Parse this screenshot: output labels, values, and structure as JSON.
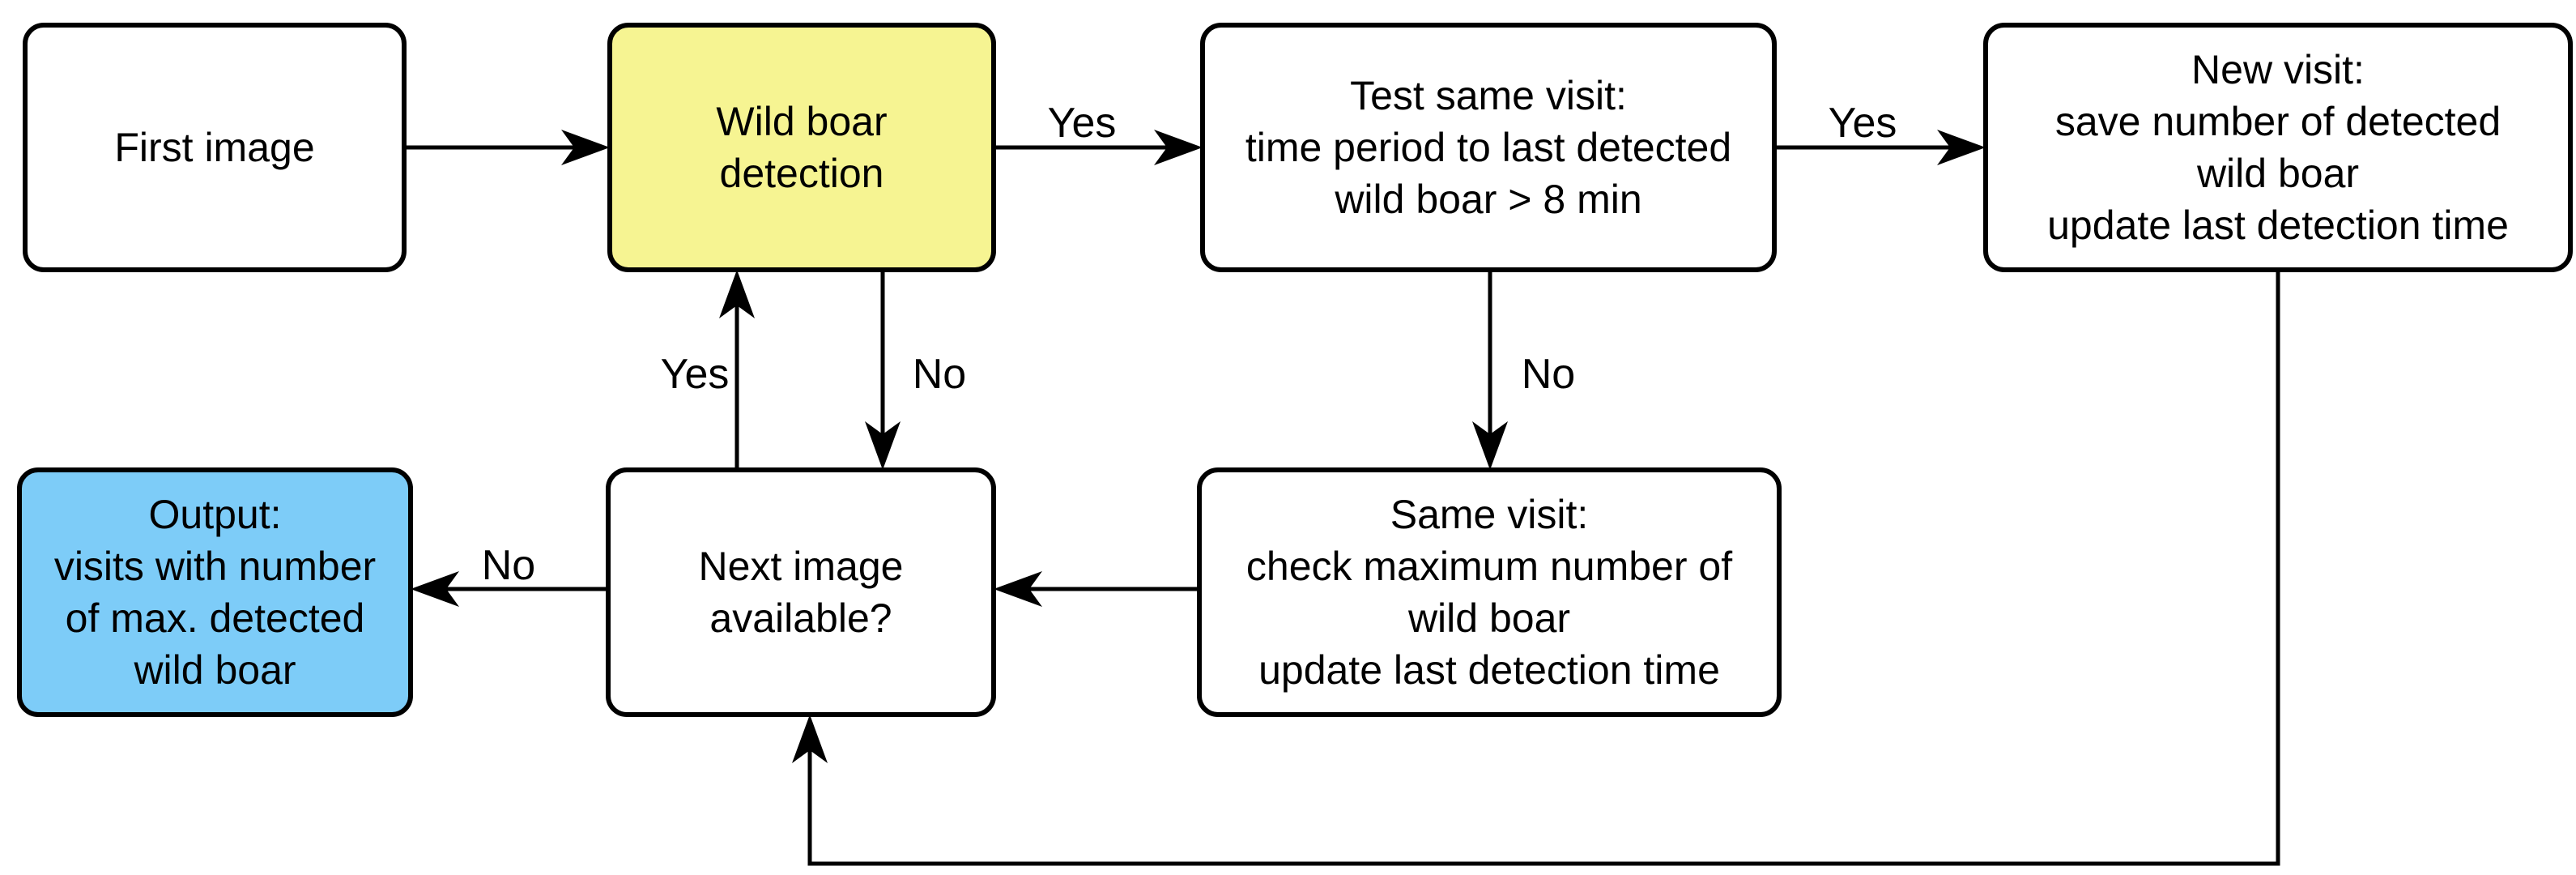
{
  "nodes": {
    "first_image": {
      "lines": [
        "First image"
      ]
    },
    "detection": {
      "lines": [
        "Wild boar",
        "detection"
      ]
    },
    "test_same_visit": {
      "lines": [
        "Test same visit:",
        "time period to last detected",
        "wild boar > 8 min"
      ]
    },
    "new_visit": {
      "lines": [
        "New visit:",
        "save number of detected",
        "wild boar",
        "update last detection time"
      ]
    },
    "output": {
      "lines": [
        "Output:",
        "visits with number",
        "of max. detected",
        "wild boar"
      ]
    },
    "next_image": {
      "lines": [
        "Next image",
        "available?"
      ]
    },
    "same_visit": {
      "lines": [
        "Same visit:",
        "check maximum number of",
        "wild boar",
        "update last detection time"
      ]
    }
  },
  "edge_labels": {
    "yes_detection_to_test": "Yes",
    "yes_test_to_new_visit": "Yes",
    "yes_next_image_to_detection": "Yes",
    "no_detection_to_next_image": "No",
    "no_test_to_same_visit": "No",
    "no_next_image_to_output": "No"
  },
  "colors": {
    "detection_fill": "#F6F492",
    "output_fill": "#7DCCF8",
    "default_fill": "#FFFFFF",
    "border_and_arrows": "#000000"
  }
}
